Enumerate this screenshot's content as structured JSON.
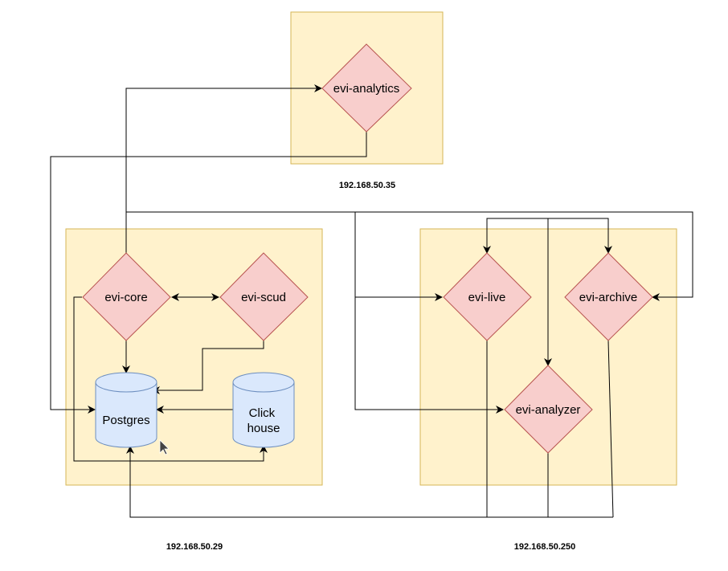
{
  "colors": {
    "zone_fill": "#fff2cc",
    "zone_stroke": "#d6b656",
    "service_fill": "#f8cecc",
    "service_stroke": "#b85450",
    "db_fill": "#dae8fc",
    "db_stroke": "#6c8ebf",
    "edge": "#000000"
  },
  "hosts": [
    {
      "id": "host-analytics",
      "label": "192.168.50.35"
    },
    {
      "id": "host-core",
      "label": "192.168.50.29"
    },
    {
      "id": "host-media",
      "label": "192.168.50.250"
    }
  ],
  "nodes": [
    {
      "id": "evi-analytics",
      "shape": "rhombus",
      "label": "evi-analytics"
    },
    {
      "id": "evi-core",
      "shape": "rhombus",
      "label": "evi-core"
    },
    {
      "id": "evi-scud",
      "shape": "rhombus",
      "label": "evi-scud"
    },
    {
      "id": "postgres",
      "shape": "cylinder",
      "label": "Postgres"
    },
    {
      "id": "clickhouse",
      "shape": "cylinder",
      "label": "Click\nhouse"
    },
    {
      "id": "evi-live",
      "shape": "rhombus",
      "label": "evi-live"
    },
    {
      "id": "evi-archive",
      "shape": "rhombus",
      "label": "evi-archive"
    },
    {
      "id": "evi-analyzer",
      "shape": "rhombus",
      "label": "evi-analyzer"
    }
  ],
  "edges": [
    {
      "id": "core-to-analytics",
      "from": "evi-core",
      "to": "evi-analytics"
    },
    {
      "id": "analytics-to-postgres",
      "from": "evi-analytics",
      "to": "postgres"
    },
    {
      "id": "core-to-live",
      "from": "evi-core",
      "to": "evi-live"
    },
    {
      "id": "core-to-analyzer",
      "from": "evi-core",
      "to": "evi-analyzer"
    },
    {
      "id": "core-to-archive",
      "from": "evi-core",
      "to": "evi-archive"
    },
    {
      "id": "core-scud",
      "from": "evi-core",
      "to": "evi-scud",
      "bidirectional": true
    },
    {
      "id": "core-to-postgres",
      "from": "evi-core",
      "to": "postgres"
    },
    {
      "id": "scud-to-postgres",
      "from": "evi-scud",
      "to": "postgres"
    },
    {
      "id": "clickhouse-to-postgres",
      "from": "clickhouse",
      "to": "postgres"
    },
    {
      "id": "core-to-clickhouse",
      "from": "evi-core",
      "to": "clickhouse"
    },
    {
      "id": "bus-to-live",
      "from": "evi-analyzer",
      "to": "evi-live"
    },
    {
      "id": "bus-to-archive",
      "from": "evi-analyzer",
      "to": "evi-archive"
    },
    {
      "id": "bus-to-analyzer",
      "from": "evi-live",
      "to": "evi-analyzer"
    },
    {
      "id": "media-to-postgres",
      "from": "evi-live",
      "to": "postgres"
    }
  ]
}
